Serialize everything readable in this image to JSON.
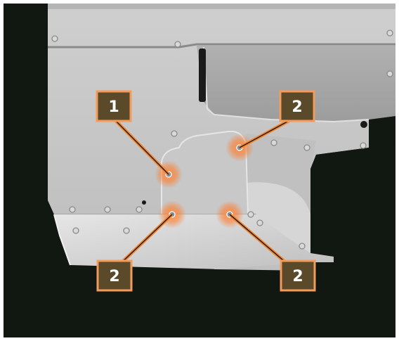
{
  "colors": {
    "background": "#111711",
    "panel": "#c4c4c4",
    "panel_dark": "#8f8f8f",
    "panel_light": "#d8d8d8",
    "panel_shadow": "#6a6a6a",
    "screw": "#a8a8a8",
    "glow": "#ff7a2a",
    "leader": "#f08a3a",
    "label_fill": "#5a4a2a",
    "label_border": "#f29b5a",
    "label_text": "#ffffff"
  },
  "callouts": [
    {
      "id": "callout-1",
      "label": "1",
      "target": "upper-left-fastener"
    },
    {
      "id": "callout-2a",
      "label": "2",
      "target": "upper-right-fastener"
    },
    {
      "id": "callout-2b",
      "label": "2",
      "target": "lower-left-fastener"
    },
    {
      "id": "callout-2c",
      "label": "2",
      "target": "lower-right-fastener"
    }
  ]
}
